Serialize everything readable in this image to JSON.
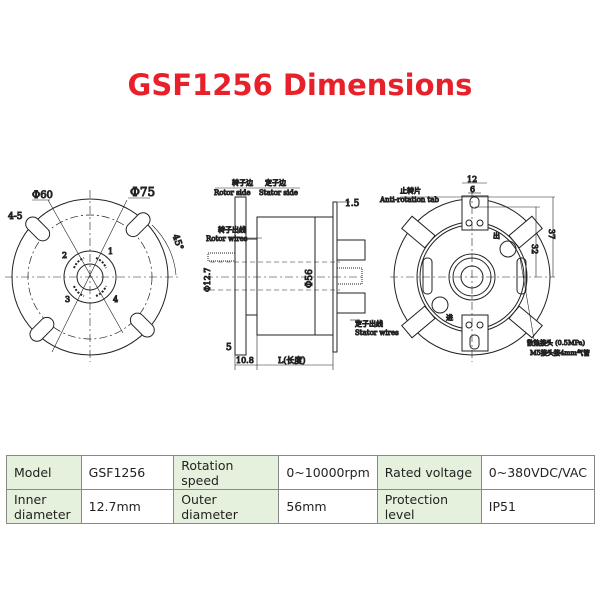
{
  "title": "GSF1256 Dimensions",
  "drawing": {
    "front": {
      "d60": "Φ60",
      "d75": "Φ75",
      "holes": "4-5",
      "angle": "45°",
      "n1": "1",
      "n2": "2",
      "n3": "3",
      "n4": "4"
    },
    "side": {
      "rotor_side_cn": "转子边",
      "stator_side_cn": "定子边",
      "rotor_side": "Rotor side",
      "stator_side": "Stator side",
      "rotor_wires_cn": "转子出线",
      "rotor_wires": "Rotor wires",
      "stator_wires_cn": "定子出线",
      "stator_wires": "Stator wires",
      "d127": "Φ12.7",
      "d56": "Φ56",
      "t15": "1.5",
      "t5": "5",
      "l108": "10.8",
      "length": "L(长度)"
    },
    "rear": {
      "w12": "12",
      "w6": "6",
      "tab_cn": "止转片",
      "tab": "Anti-rotation tab",
      "h32": "32",
      "h37": "37",
      "in": "出",
      "out": "进",
      "cool_cn": "散热接头 (0.5MPa)",
      "m5": "M5接头接4mm气管"
    }
  },
  "specs": [
    [
      {
        "l": "Model",
        "v": "GSF1256"
      },
      {
        "l": "Rotation speed",
        "v": "0~10000rpm"
      },
      {
        "l": "Rated voltage",
        "v": "0~380VDC/VAC"
      }
    ],
    [
      {
        "l": "Inner diameter",
        "v": "12.7mm"
      },
      {
        "l": "Outer diameter",
        "v": "56mm"
      },
      {
        "l": "Protection level",
        "v": "IP51"
      }
    ]
  ]
}
